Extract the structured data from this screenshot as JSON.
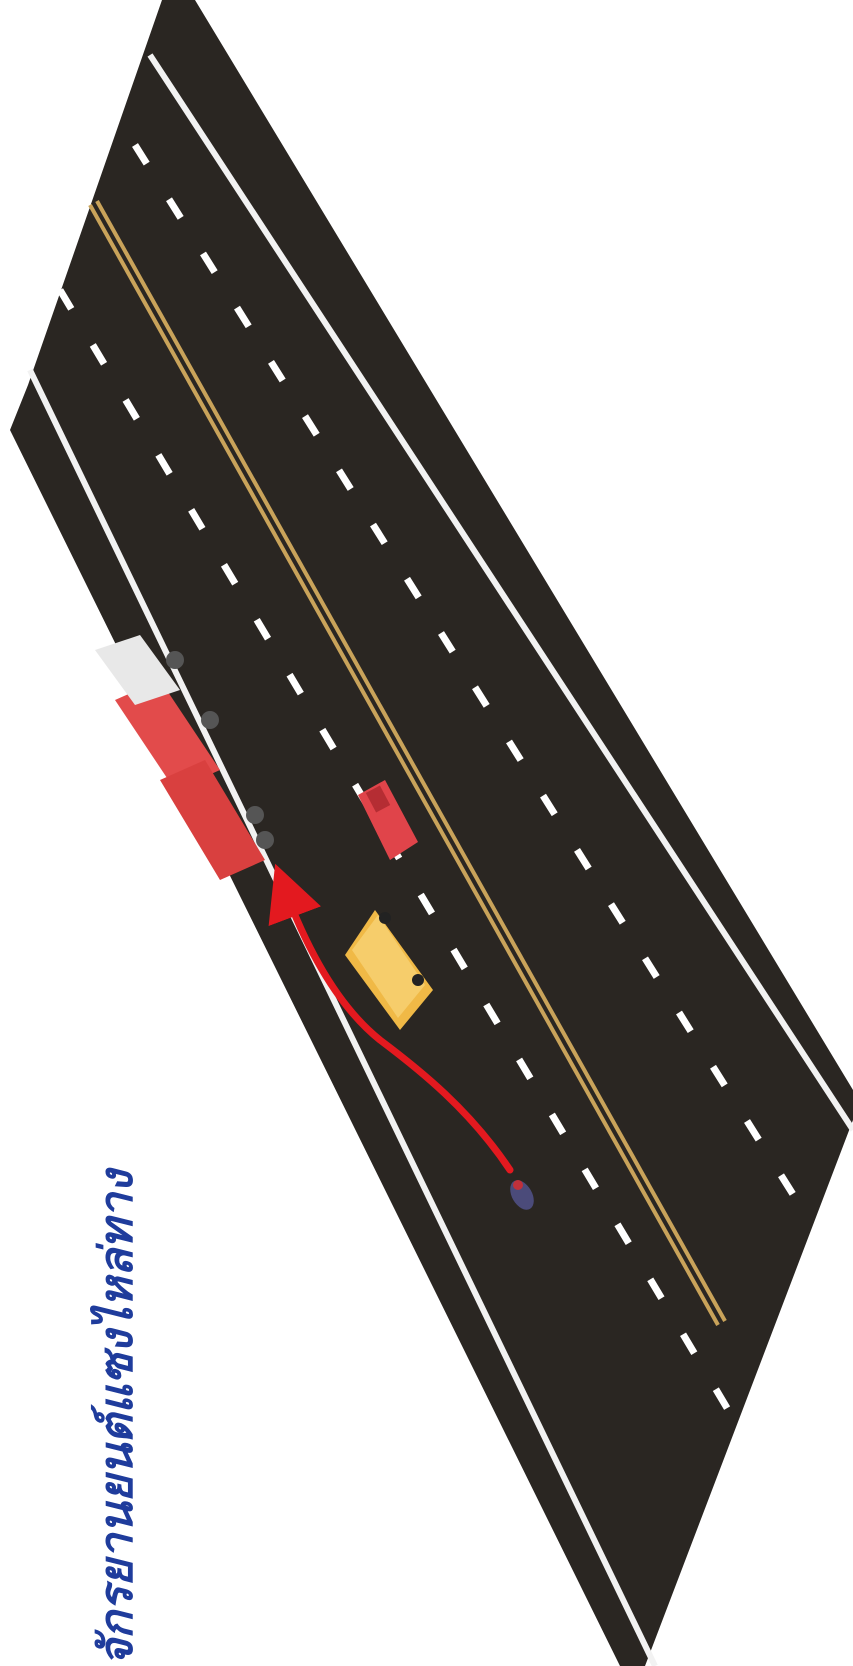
{
  "caption": "จักรยานยนต์แซงไหล่ทาง",
  "colors": {
    "asphalt": "#2a2622",
    "edge_line": "#f2f2f2",
    "lane_dash": "#ffffff",
    "center_line": "#c9a35a",
    "truck_container": "#e24b4b",
    "truck_cab": "#e8e8e8",
    "pickup": "#e0444a",
    "van": "#f0b946",
    "path_arrow": "#e3191f",
    "caption_text": "#1f3c9c"
  },
  "scene": {
    "road_lanes": 4,
    "vehicles": [
      {
        "kind": "container-truck",
        "icon": "truck-icon"
      },
      {
        "kind": "pickup",
        "icon": "pickup-icon"
      },
      {
        "kind": "van",
        "icon": "van-icon"
      },
      {
        "kind": "motorcycle",
        "icon": "motorcycle-icon"
      }
    ],
    "path": {
      "kind": "overtake-arrow",
      "icon": "red-arrow-icon"
    }
  }
}
